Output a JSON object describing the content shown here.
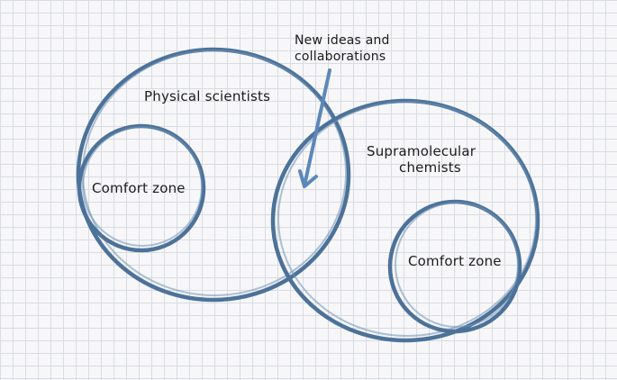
{
  "diagram": {
    "callout": {
      "line1": "New ideas and",
      "line2": "collaborations"
    },
    "left_group": {
      "label": "Physical scientists",
      "inner_label": "Comfort zone"
    },
    "right_group": {
      "label_line1": "Supramolecular",
      "label_line2": "chemists",
      "inner_label": "Comfort zone"
    },
    "colors": {
      "ring_stroke": "#4d7299",
      "arrow_stroke": "#5b88b8",
      "grid_line": "#d9dbe3",
      "paper": "#f7f7f9",
      "text": "#1c1c1c"
    },
    "icons": {
      "callout_pointer": "arrow-down-left-icon"
    }
  }
}
